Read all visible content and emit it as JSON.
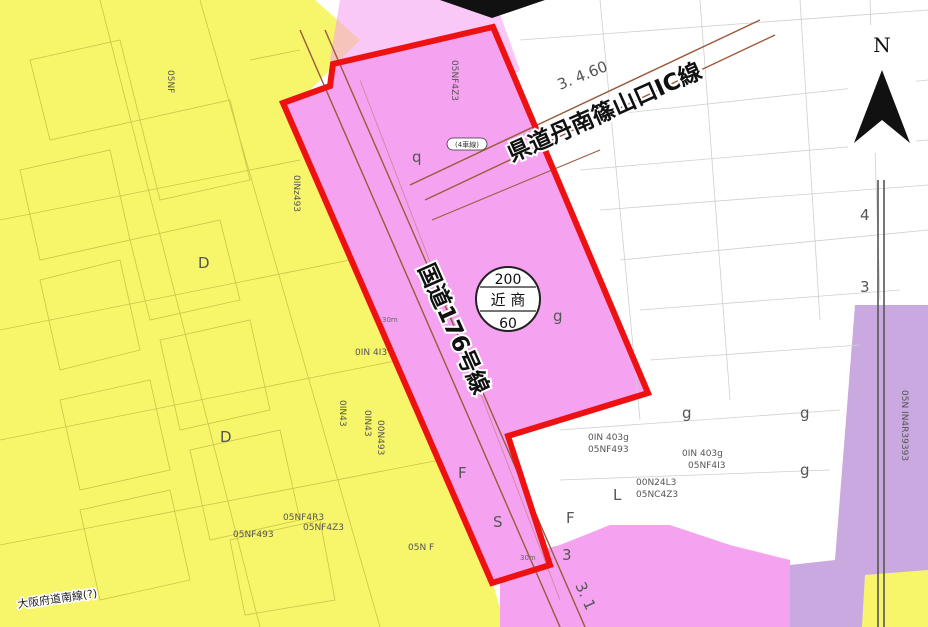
{
  "map": {
    "compass_label": "N",
    "route_labels": {
      "national_road": "国道176号線",
      "prefectural_road": "県道丹南篠山口IC線",
      "railway": "大阪府道南線(?)"
    },
    "zone_badge": {
      "top": "200",
      "middle": "近 商",
      "bottom": "60"
    },
    "colors": {
      "residential_yellow": "#f7f56a",
      "commercial_pink": "#f5a3f0",
      "industrial_purple": "#c9a9df",
      "plan_outline_red": "#ee1111",
      "road_line_brown": "#9a5a3a"
    },
    "feature_labels": {
      "lot_ids": [
        "05NF493",
        "05NF4R3",
        "05NF4Z3",
        "0IN 403g",
        "05NF493",
        "0IN 403g",
        "05NF4I3",
        "00N24L3",
        "05NC4Z3",
        "0IN 4I3",
        "05N F"
      ],
      "roadside_numbers": [
        "3. 4.60",
        "3. 1",
        "4",
        "3",
        "3"
      ],
      "zone_letters": [
        "q",
        "g",
        "g",
        "g",
        "g",
        "F",
        "F",
        "L",
        "D",
        "D",
        "S"
      ],
      "width_tags": [
        "30m",
        "30m"
      ],
      "vertical_codes": [
        "05NF",
        "0INz493",
        "0IN43",
        "05NF4Z3",
        "0IN43",
        "00N493",
        "05N IN4R39393"
      ],
      "lane_note": "(4車線)"
    }
  }
}
